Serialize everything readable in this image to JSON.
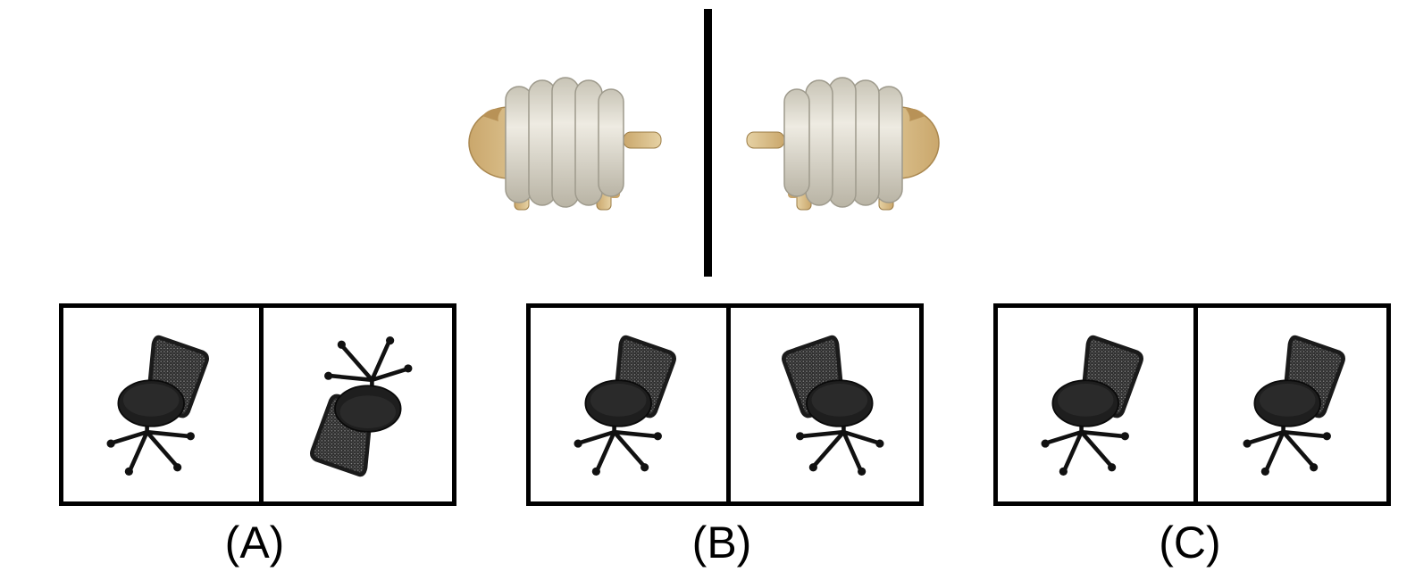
{
  "reference": {
    "left_object": "toy-sheep-icon",
    "right_object": "toy-sheep-mirrored-icon"
  },
  "options": [
    {
      "label": "(A)",
      "left_object": "office-chair-icon",
      "right_object": "office-chair-flipped-icon"
    },
    {
      "label": "(B)",
      "left_object": "office-chair-icon",
      "right_object": "office-chair-icon"
    },
    {
      "label": "(C)",
      "left_object": "office-chair-icon",
      "right_object": "office-chair-icon"
    }
  ],
  "colors": {
    "ink": "#000000",
    "sheep_body": "#d8d3c6",
    "sheep_head": "#d6bc88",
    "chair_mesh": "#3a3a3a",
    "chair_seat": "#1e1e1e"
  }
}
